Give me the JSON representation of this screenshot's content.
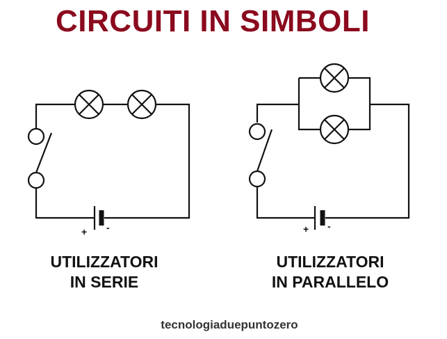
{
  "title": "CIRCUITI IN SIMBOLI",
  "colors": {
    "title": "#8b0a1e",
    "wire": "#111111"
  },
  "icons": [
    "lamp-icon",
    "switch-icon",
    "battery-icon"
  ],
  "series_circuit": {
    "caption_line1": "UTILIZZATORI",
    "caption_line2": "IN SERIE",
    "battery_plus": "+",
    "battery_minus": "-"
  },
  "parallel_circuit": {
    "caption_line1": "UTILIZZATORI",
    "caption_line2": "IN PARALLELO",
    "battery_plus": "+",
    "battery_minus": "-"
  },
  "footer": "tecnologiaduepuntozero"
}
